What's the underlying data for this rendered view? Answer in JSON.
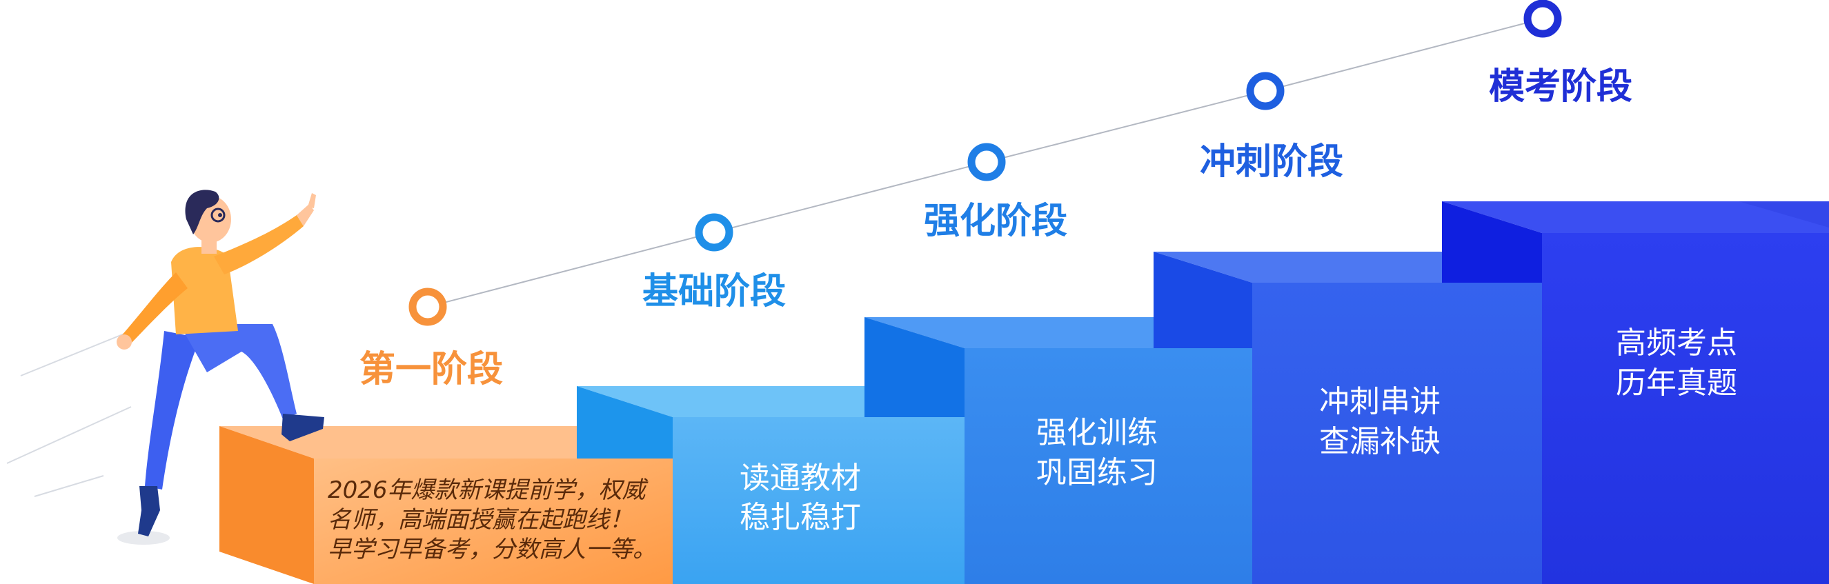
{
  "stages": [
    {
      "title": "第一阶段",
      "lines": [
        "2026年爆款新课提前学，权威",
        "名师，高端面授赢在起跑线！",
        "早学习早备考，分数高人一等。"
      ],
      "color": "#f7923b"
    },
    {
      "title": "基础阶段",
      "lines": [
        "读通教材",
        "稳扎稳打"
      ],
      "color": "#1f8fe8"
    },
    {
      "title": "强化阶段",
      "lines": [
        "强化训练",
        "巩固练习"
      ],
      "color": "#1f7ee6"
    },
    {
      "title": "冲刺阶段",
      "lines": [
        "冲刺串讲",
        "查漏补缺"
      ],
      "color": "#1e5fe0"
    },
    {
      "title": "模考阶段",
      "lines": [
        "高频考点",
        "历年真题"
      ],
      "color": "#1f2fd6"
    }
  ],
  "colors": {
    "orange": "#f7923b",
    "blue": "#1f8fe8",
    "deep_blue": "#1f2fd6"
  }
}
